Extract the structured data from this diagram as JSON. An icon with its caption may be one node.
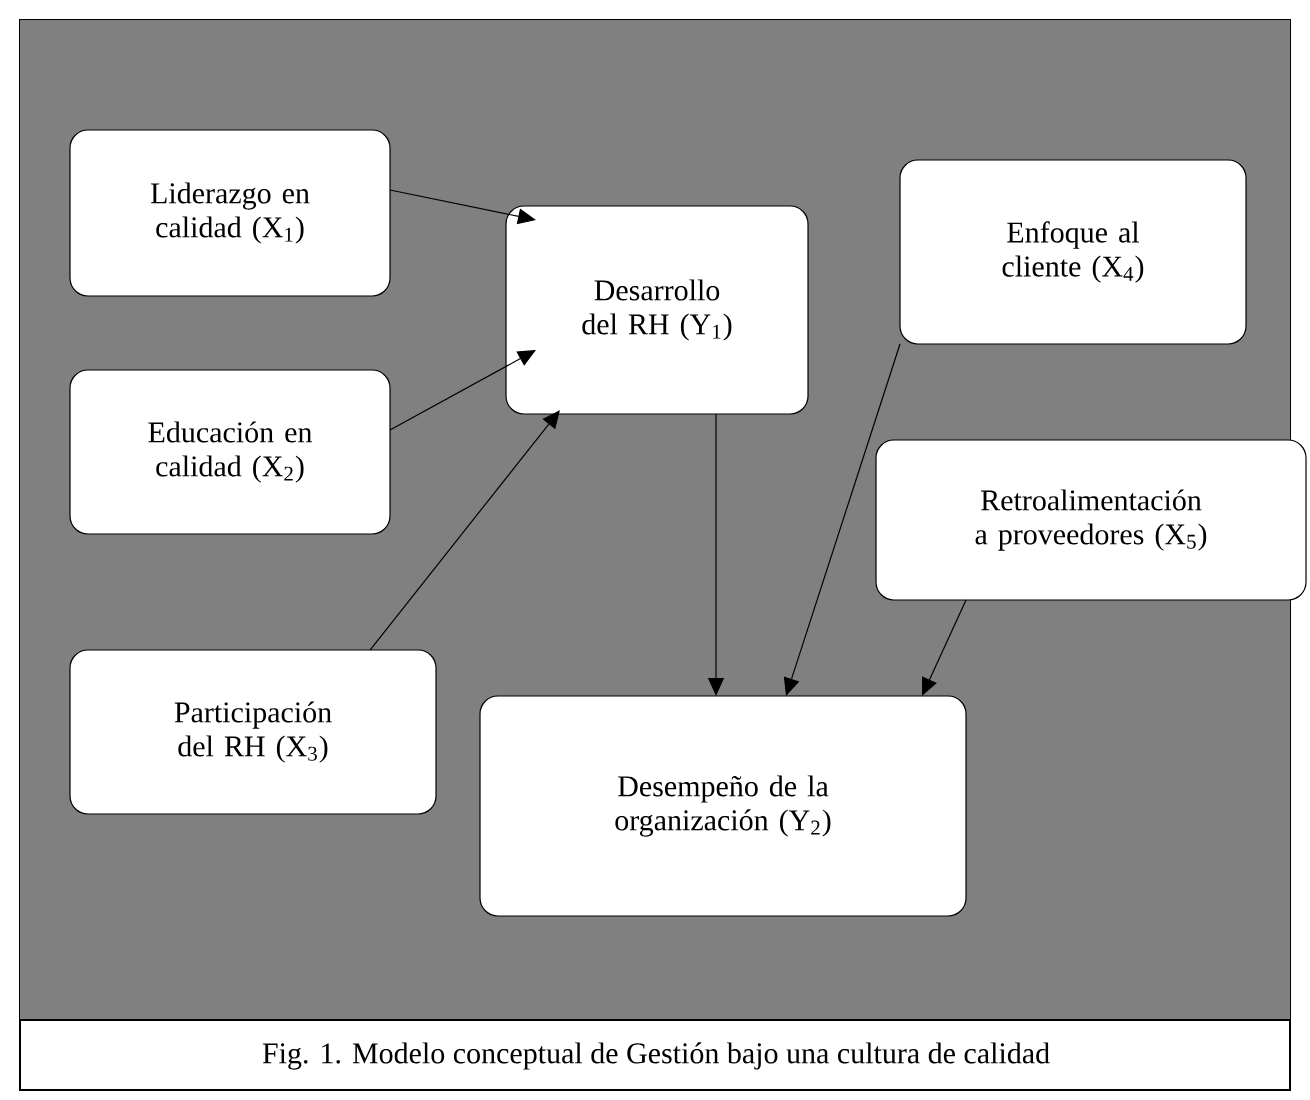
{
  "diagram": {
    "caption": "Fig. 1. Modelo conceptual de Gestión bajo una cultura de calidad",
    "nodes": [
      {
        "text": [
          "Liderazgo en calidad (X$_{1}$)"
        ]
      },
      {
        "text": [
          "Educación en calidad (X$_{2}$)"
        ]
      },
      {
        "text": [
          "Participación del RH (X$_{3}$)"
        ]
      },
      {
        "text": [
          "Desarrollo del RH (Y$_{1}$)"
        ]
      },
      {
        "text": [
          "Enfoque al cliente (X$_{4}$)"
        ]
      },
      {
        "text": [
          "Retroalimentación a proveedores (X$_{5}$)"
        ]
      },
      {
        "text": [
          "Desempeño de la organización (Y$_{2}$)"
        ]
      }
    ],
    "edges": [
      {
        "from": 0,
        "to": 3,
        "arrow": "to"
      },
      {
        "from": 1,
        "to": 3,
        "arrow": "to"
      },
      {
        "from": 2,
        "to": 3,
        "arrow": "to"
      },
      {
        "from": 3,
        "to": 6,
        "arrow": "to"
      },
      {
        "from": 4,
        "to": 6,
        "arrow": "to"
      },
      {
        "from": 5,
        "to": 6,
        "arrow": "to"
      }
    ]
  }
}
